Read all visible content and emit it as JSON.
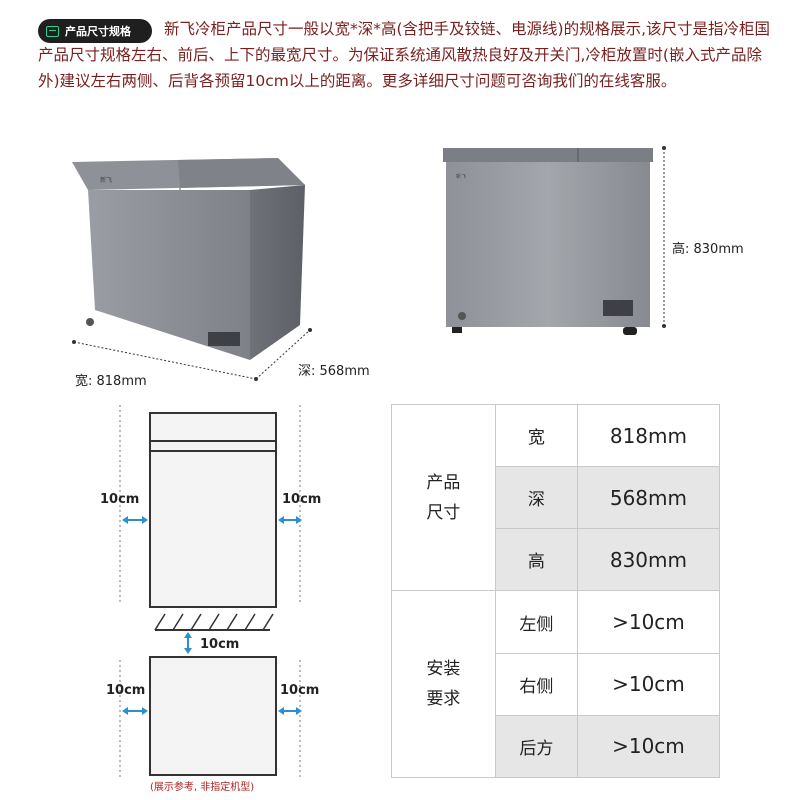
{
  "header": {
    "badge": "产品尺寸规格",
    "description": "新飞冷柜产品尺寸一般以宽*深*高(含把手及铰链、电源线)的规格展示,该尺寸是指冷柜国 产品尺寸规格左右、前后、上下的最宽尺寸。为保证系统通风散热良好及开关门,冷柜放置时(嵌入式产品除外)建议左右两侧、后背各预留10cm以上的距离。更多详细尺寸问题可咨询我们的在线客服。"
  },
  "freezer_side": {
    "width_label": "宽: 818mm",
    "depth_label": "深: 568mm"
  },
  "freezer_front": {
    "height_label": "高: 830mm"
  },
  "diagrams": {
    "front_left": "10cm",
    "front_right": "10cm",
    "top_back": "10cm",
    "top_left": "10cm",
    "top_right": "10cm",
    "note": "(展示参考, 非指定机型)"
  },
  "table": {
    "group1": {
      "label_line1": "产品",
      "label_line2": "尺寸",
      "rows": [
        {
          "name": "宽",
          "value": "818mm"
        },
        {
          "name": "深",
          "value": "568mm"
        },
        {
          "name": "高",
          "value": "830mm"
        }
      ]
    },
    "group2": {
      "label_line1": "安装",
      "label_line2": "要求",
      "rows": [
        {
          "name": "左侧",
          "value": ">10cm"
        },
        {
          "name": "右侧",
          "value": ">10cm"
        },
        {
          "name": "后方",
          "value": ">10cm"
        }
      ]
    }
  }
}
